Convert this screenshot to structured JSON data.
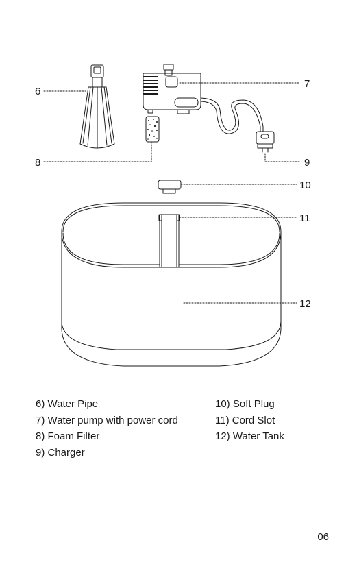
{
  "callouts": {
    "c6": "6",
    "c7": "7",
    "c8": "8",
    "c9": "9",
    "c10": "10",
    "c11": "11",
    "c12": "12"
  },
  "parts": {
    "left": [
      "6) Water Pipe",
      "7) Water pump with power cord",
      "8) Foam Filter",
      "9) Charger"
    ],
    "right": [
      "10) Soft Plug",
      "11) Cord Slot",
      "12) Water Tank"
    ]
  },
  "page_number": "06",
  "colors": {
    "ink": "#1a1a1a",
    "background": "#ffffff"
  }
}
